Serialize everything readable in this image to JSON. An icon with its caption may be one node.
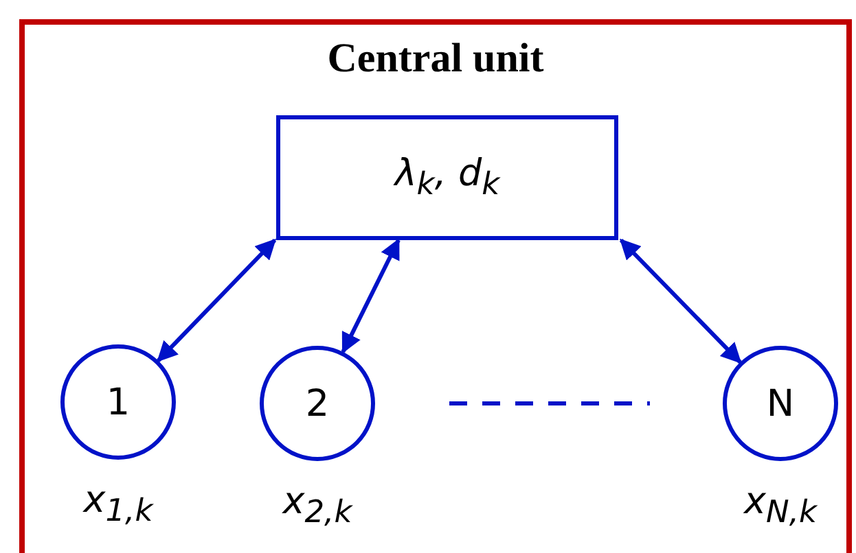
{
  "diagram": {
    "nodes": [
      {
        "text": [
          "Central unit"
        ]
      },
      {
        "text": [
          "λ$_{k}$, d$_{k}$"
        ],
        "in": 0
      },
      {
        "text": [
          "1"
        ],
        "beside": [
          "x$_{1,k}$"
        ],
        "in": 0
      },
      {
        "text": [
          "2"
        ],
        "beside": [
          "x$_{2,k}$"
        ],
        "in": 0
      },
      {
        "text": [
          "N"
        ],
        "beside": [
          "x$_{N,k}$"
        ],
        "in": 0
      }
    ],
    "edges": [
      {
        "from": 1,
        "to": 2,
        "arrow": "both"
      },
      {
        "from": 1,
        "to": 3,
        "arrow": "both"
      },
      {
        "from": 1,
        "to": 4,
        "arrow": "both"
      }
    ]
  }
}
